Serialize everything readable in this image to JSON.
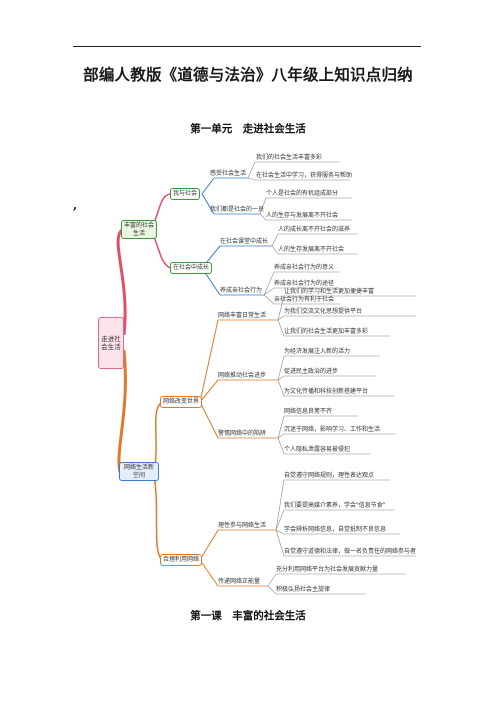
{
  "doc": {
    "title": "部编人教版《道德与法治》八年级上知识点归纳",
    "unit_heading": "第一单元　走进社会生活",
    "lesson_heading": "第一课　丰富的社会生活",
    "stray_mark": ","
  },
  "mindmap": {
    "root": "走进社会生活",
    "branches": [
      {
        "label": "丰富的社会生活",
        "children": [
          {
            "label": "我与社会",
            "children": [
              {
                "label": "感受社会生活",
                "leaves": [
                  "我们的社会生活丰富多彩",
                  "在社会生活中学习，获得服务与帮助"
                ]
              },
              {
                "label": "我们都是社会的一员",
                "leaves": [
                  "个人是社会的有机组成部分",
                  "人的生存与发展离不开社会"
                ]
              }
            ]
          },
          {
            "label": "在社会中成长",
            "children": [
              {
                "label": "在社会课堂中成长",
                "leaves": [
                  "人的成长离不开社会的滋养",
                  "人的生存发展离不开社会"
                ]
              },
              {
                "label": "养成亲社会行为",
                "leaves": [
                  "养成亲社会行为的意义",
                  "养成亲社会行为的途径",
                  "亲社会行为有利于社会"
                ]
              }
            ]
          }
        ]
      },
      {
        "label": "网络生活新空间",
        "children": [
          {
            "label": "网络改变世界",
            "children": [
              {
                "label": "网络丰富日常生活",
                "leaves": [
                  "让我们的学习和生活更加便捷丰富",
                  "为我们交流文化思想提供平台",
                  "让我们的社会生活更加丰富多彩"
                ]
              },
              {
                "label": "网络推动社会进步",
                "leaves": [
                  "为经济发展注入新的活力",
                  "促进民主政治的进步",
                  "为文化传播和科技创新搭建平台"
                ]
              },
              {
                "label": "警惕网络中的陷阱",
                "leaves": [
                  "网络信息良莠不齐",
                  "沉迷于网络，影响学习、工作和生活",
                  "个人隐私泄露容易被侵犯"
                ]
              }
            ]
          },
          {
            "label": "合理利用网络",
            "children": [
              {
                "label": "理性参与网络生活",
                "leaves": [
                  "自觉遵守网络规则，理性表达观点",
                  "我们要提高媒介素养，学会\"信息节食\"",
                  "学会辨析网络信息，自觉抵制不良信息",
                  "自觉遵守道德和法律，做一名负责任的网络参与者"
                ]
              },
              {
                "label": "传递网络正能量",
                "leaves": [
                  "充分利用网络平台为社会发展贡献力量",
                  "积极弘扬社会主旋律"
                ]
              }
            ]
          }
        ]
      }
    ]
  },
  "colors": {
    "root_border": "#e06a8a",
    "upper_branch": "#e0506a",
    "lower_branch": "#e07a2a",
    "green_node": "#3a9a3a",
    "blue_node": "#3a7ad0",
    "text": "#333333"
  }
}
